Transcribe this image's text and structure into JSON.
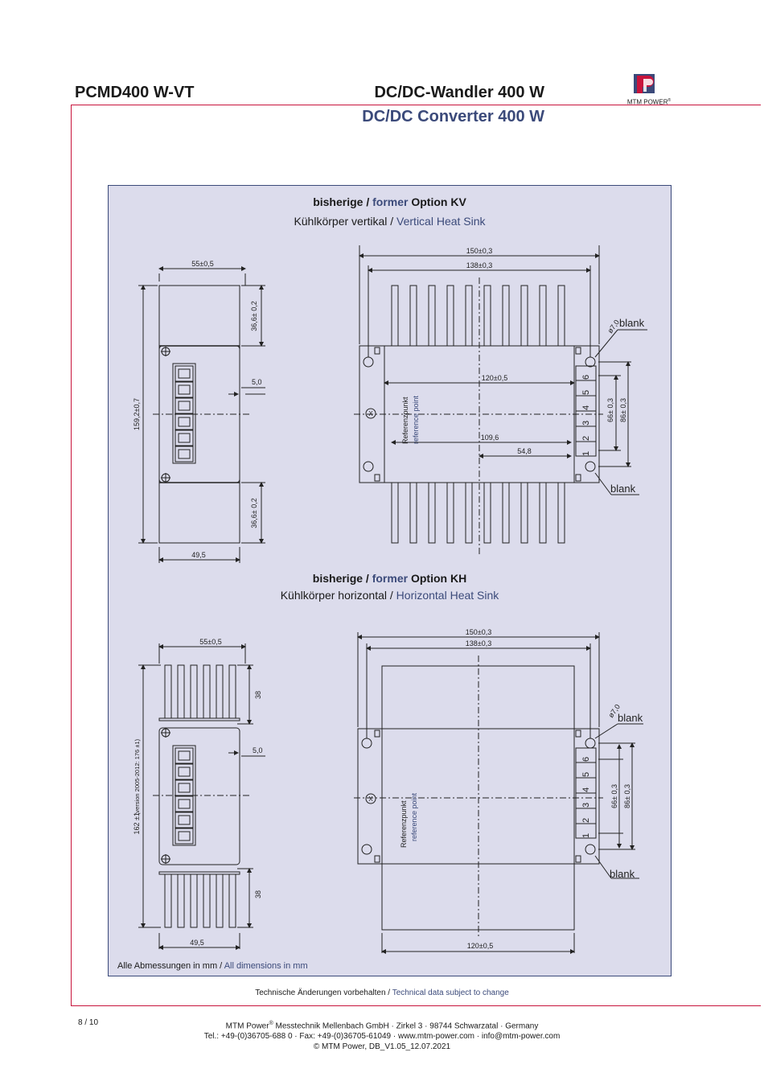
{
  "header": {
    "product": "PCMD400 W-VT",
    "title_de": "DC/DC-Wandler 400 W",
    "title_en": "DC/DC Converter 400 W",
    "logo_text": "MTM POWER",
    "logo_reg": "®",
    "colors": {
      "accent": "#c8143c",
      "blue": "#3b4a7a",
      "panel": "#dcdcec"
    }
  },
  "kv": {
    "title_bold_de": "bisherige / ",
    "title_bold_en": "former",
    "title_bold_tail": " Option KV",
    "subtitle_de": "Kühlkörper vertikal / ",
    "subtitle_en": "Vertical Heat Sink",
    "side_dims": {
      "top_width": "55±0,5",
      "height": "159,2±0,7",
      "top_offset": "36,6± 0,2",
      "bottom_offset": "36,6± 0,2",
      "gap": "5,0",
      "bottom_width": "49,5"
    },
    "front_dims": {
      "w1": "150±0,3",
      "w2": "138±0,3",
      "w3": "120±0,5",
      "w4": "109,6",
      "w5": "54,8",
      "h1": "66± 0,3",
      "h2": "86± 0,3",
      "hole": "ø7,0"
    }
  },
  "kh": {
    "title_bold_de": "bisherige / ",
    "title_bold_en": "former",
    "title_bold_tail": " Option KH",
    "subtitle_de": "Kühlkörper horizontal / ",
    "subtitle_en": "Horizontal Heat Sink",
    "side_dims": {
      "top_width": "55±0,5",
      "height": "162 ±1",
      "height_note": "(version 2005-2012: 176 ±1)",
      "fin_top": "38",
      "fin_bottom": "38",
      "gap": "5,0",
      "bottom_width": "49,5"
    },
    "front_dims": {
      "w1": "150±0,3",
      "w2": "138±0,3",
      "w3": "120±0,5",
      "h1": "66± 0,3",
      "h2": "86± 0,3",
      "hole": "ø7,0"
    }
  },
  "labels": {
    "blank": "blank",
    "ref_de": "Referenzpunkt",
    "ref_en": "reference point",
    "ref_mark": "X",
    "pins": [
      "1",
      "2",
      "3",
      "4",
      "5",
      "6"
    ]
  },
  "dims_note_de": "Alle Abmessungen in mm / ",
  "dims_note_en": "All dimensions in mm",
  "notice_de": "Technische Änderungen vorbehalten / ",
  "notice_en": "Technical data subject to change",
  "page": "8 / 10",
  "footer": {
    "line1_a": "MTM Power",
    "line1_reg": "®",
    "line1_b": "  Messtechnik Mellenbach GmbH · Zirkel 3 · 98744 Schwarzatal · Germany",
    "line2": "Tel.: +49-(0)36705-688 0 · Fax: +49-(0)36705-61049 · www.mtm-power.com · info@mtm-power.com",
    "line3": "© MTM Power, DB_V1.05_12.07.2021"
  }
}
